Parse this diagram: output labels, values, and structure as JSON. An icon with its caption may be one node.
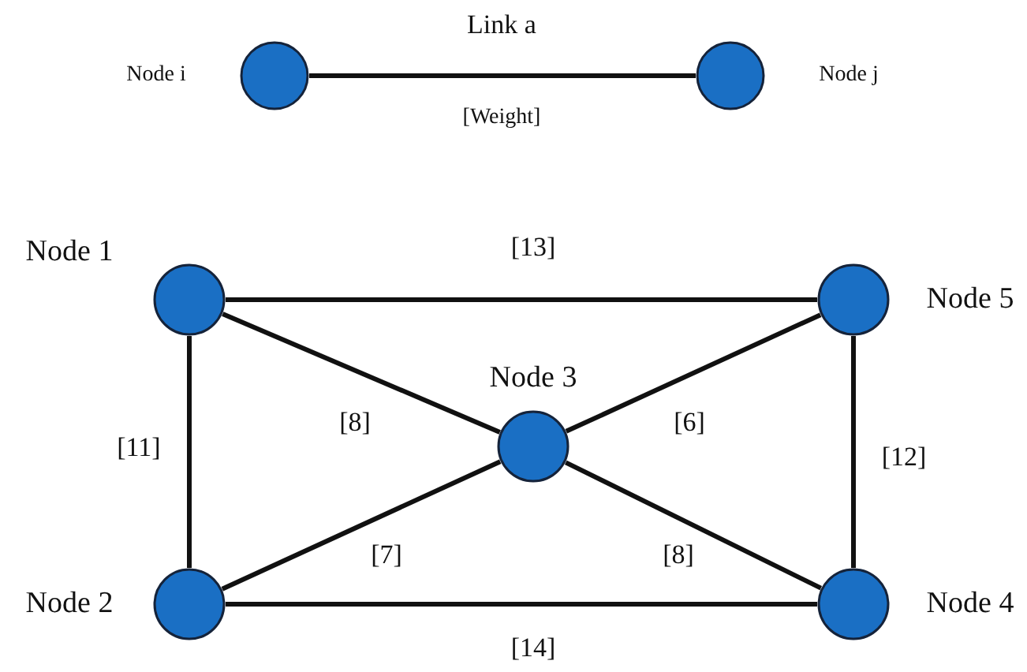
{
  "diagram": {
    "nodes": [
      {
        "text": [],
        "shape": "circle",
        "beside": [
          "Node i"
        ]
      },
      {
        "text": [],
        "shape": "circle",
        "beside": [
          "Node j"
        ]
      },
      {
        "text": [],
        "shape": "circle",
        "beside": [
          "Node 1"
        ]
      },
      {
        "text": [],
        "shape": "circle",
        "beside": [
          "Node 5"
        ]
      },
      {
        "text": [],
        "shape": "circle",
        "beside": [
          "Node 3"
        ]
      },
      {
        "text": [],
        "shape": "circle",
        "beside": [
          "Node 2"
        ]
      },
      {
        "text": [],
        "shape": "circle",
        "beside": [
          "Node 4"
        ]
      }
    ],
    "edges": [
      {
        "from": 0,
        "to": 1,
        "arrow": "none",
        "label": "[Weight]"
      },
      {
        "from": 2,
        "to": 3,
        "arrow": "none",
        "label": "[13]"
      },
      {
        "from": 2,
        "to": 4,
        "arrow": "none",
        "label": "[8]"
      },
      {
        "from": 2,
        "to": 5,
        "arrow": "none",
        "label": "[11]"
      },
      {
        "from": 3,
        "to": 4,
        "arrow": "none",
        "label": "[6]"
      },
      {
        "from": 3,
        "to": 6,
        "arrow": "none",
        "label": "[12]"
      },
      {
        "from": 5,
        "to": 4,
        "arrow": "none",
        "label": "[7]"
      },
      {
        "from": 4,
        "to": 6,
        "arrow": "none",
        "label": "[8]"
      },
      {
        "from": 5,
        "to": 6,
        "arrow": "none",
        "label": "[14]"
      }
    ],
    "labels": [
      "Link a"
    ]
  }
}
